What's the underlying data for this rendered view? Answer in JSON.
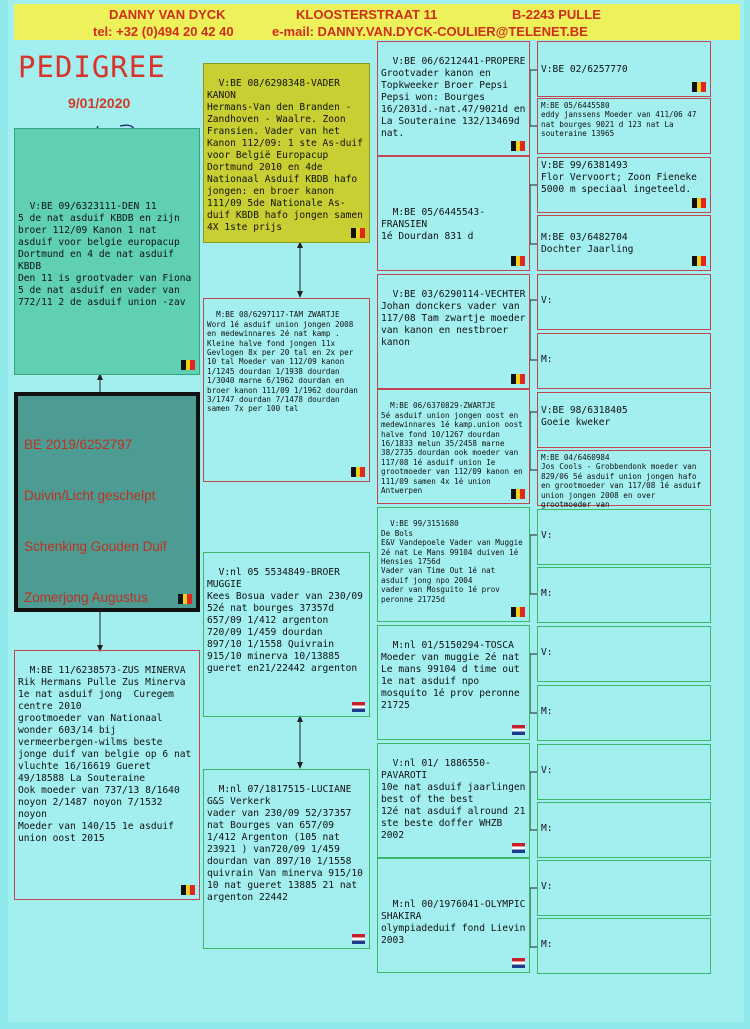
{
  "header": {
    "name": "DANNY VAN DYCK",
    "street": "KLOOSTERSTRAAT 11",
    "city": "B-2243  PULLE",
    "tel": "tel: +32 (0)494 20 42 40",
    "email": "e-mail: DANNY.VAN.DYCK-COULIER@TELENET.BE"
  },
  "title": "PEDIGREE",
  "date": "9/01/2020",
  "signature": "Van Dyck",
  "subject": {
    "ring": "BE 2019/6252797",
    "line2": "Duivin/Licht geschelpt",
    "line3": "Schenking Gouden Duif",
    "line4": "Zomerjong Augustus"
  },
  "gen1": {
    "father": "V:BE 09/6323111-DEN 11\n5 de nat asduif KBDB en zijn broer 112/09 Kanon 1 nat asduif voor belgie europacup Dortmund en 4 de nat asduif KBDB\nDen 11 is grootvader van Fiona 5 de nat asduif en vader van 772/11 2 de asduif union -zav",
    "mother": "M:BE 11/6238573-ZUS MINERVA\nRik Hermans Pulle Zus Minerva 1e nat asduif jong  Curegem centre 2010\ngrootmoeder van Nationaal wonder 603/14 bij vermeerbergen-wilms beste jonge duif van belgie op 6 nat vluchte 16/16619 Gueret 49/18588 La Souteraine\nOok moeder van 737/13 8/1640 noyon 2/1487 noyon 7/1532 noyon\nMoeder van 140/15 1e asduif union oost 2015"
  },
  "gen2": {
    "ff": "V:BE 08/6298348-VADER KANON\nHermans-Van den Branden -Zandhoven - Waalre. Zoon Fransien. Vader van het Kanon 112/09: 1 ste As-duif voor België Europacup Dortmund 2010 en 4de Nationaal Asduif KBDB hafo jongen: en broer kanon 111/09 5de Nationale As-duif KBDB hafo jongen samen 4X 1ste prijs",
    "fm": "M:BE 08/6297117-TAM ZWARTJE\nWord 1é asduif union jongen 2008 en medewinnares 2é nat kamp . Kleine halve fond jongen 11x Gevlogen 8x per 20 tal en 2x per 10 tal Moeder van 112/09 kanon 1/1245 dourdan 1/1938 dourdan 1/3040 marne 6/1962 dourdan en broer kanon 111/09 1/1962 dourdan 3/1747 dourdan 7/1478 dourdan samen 7x per 100 tal",
    "mf": "V:nl 05 5534849-BROER MUGGIE\nKees Bosua vader van 230/09 52é nat bourges 37357d\n657/09 1/412 argenton\n720/09 1/459 dourdan\n897/10 1/1558 Quivrain\n915/10 minerva 10/13885 gueret en21/22442 argenton",
    "mm": "M:nl 07/1817515-LUCIANE\nG&S Verkerk\nvader van 230/09 52/37357 nat Bourges van 657/09 1/412 Argenton (105 nat 23921 ) van720/09 1/459 dourdan van 897/10 1/1558 quivrain Van minerva 915/10 10 nat gueret 13885 21 nat argenton 22442"
  },
  "gen3": {
    "fff": "V:BE 06/6212441-PROPERE\nGrootvader kanon en Topkweeker Broer Pepsi Pepsi won: Bourges 16/2031d.-nat.47/9021d en La Souteraine 132/13469d nat.",
    "ffm": "M:BE 05/6445543-FRANSIEN\n1é Dourdan 831 d",
    "fmf": "V:BE 03/6290114-VECHTER\nJohan donckers vader van 117/08 Tam zwartje moeder van kanon en nestbroer kanon",
    "fmm": "M:BE 06/6370829-ZWARTJE\n5é asduif union jongen oost en medewinnares 1é kamp.union oost halve fond 10/1267 dourdan 16/1833 melun 35/2458 marne 38/2735 dourdan ook moeder van 117/08 1é asduif union Ie grootmoeder van 112/09 kanon en 111/09 samen 4x 1é union Antwerpen",
    "mff": "V:BE 99/3151680\nDe Bols\nE&V Vandepoele Vader van Muggie\n2é nat Le Mans 99104 duiven 1é Hensies 1756d\nVader van Time Out 1é nat asduif jong npo 2004\nvader van Mosguito 1é prov peronne 21725d",
    "mfm": "M:nl 01/5150294-TOSCA\nMoeder van muggie 2é nat Le mans 99104 d time out 1e nat asduif npo mosquito 1é prov peronne 21725",
    "mmf": "V:nl 01/ 1886550-PAVAROTI\n10e nat asduif jaarlingen best of the best\n12é nat asduif alround 21 ste beste doffer WHZB 2002",
    "mmm": "M:nl 00/1976041-OLYMPIC SHAKIRA\nolympiadeduif fond Lievin 2003"
  },
  "gen4": {
    "a": "V:BE 02/6257770",
    "b": "M:BE 05/6445580\neddy janssens Moeder van 411/06 47 nat bourges 9021 d 123 nat La souteraine 13965",
    "c": "V:BE 99/6381493\nFlor Vervoort; Zoon Fieneke 5000 m speciaal ingeteeld.",
    "d": "M:BE 03/6482704\nDochter Jaarling",
    "e": "V:",
    "f": "M:",
    "g": "V:BE 98/6318405\nGoeie kweker",
    "h": "M:BE 04/6460984\nJos Cools - Grobbendonk moeder van 829/06 5é asduif union jongen hafo en grootmoeder van 117/08 1é asduif union jongen 2008 en over grootmoeder van",
    "i": "V:",
    "j": "M:",
    "k": "V:",
    "l": "M:",
    "m": "V:",
    "n": "M:",
    "o": "V:",
    "p": "M:"
  }
}
